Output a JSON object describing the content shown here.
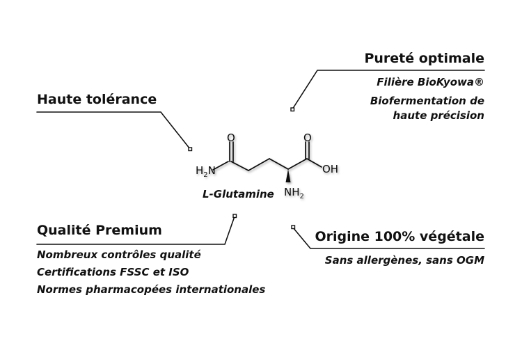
{
  "features": {
    "purete": {
      "title": "Pureté optimale",
      "lines": [
        "Filière BioKyowa®",
        "Biofermentation de",
        "haute précision"
      ]
    },
    "tolerance": {
      "title": "Haute tolérance"
    },
    "qualite": {
      "title": "Qualité Premium",
      "lines": [
        "Nombreux contrôles qualité",
        "Certifications FSSC et ISO",
        "Normes pharmacopées internationales"
      ]
    },
    "origine": {
      "title": "Origine 100% végétale",
      "lines": [
        "Sans allergènes, sans OGM"
      ]
    }
  },
  "molecule": {
    "name": "L-Glutamine",
    "atoms": {
      "o_left": "O",
      "o_right": "O",
      "h2n": "H",
      "h2n_sub": "2",
      "h2n_n": "N",
      "oh": "OH",
      "nh2": "NH",
      "nh2_sub": "2"
    }
  }
}
